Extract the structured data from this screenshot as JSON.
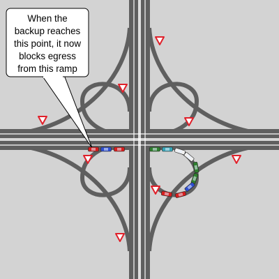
{
  "callout": {
    "lines": [
      "When the",
      "backup reaches",
      "this point, it now",
      "blocks egress",
      "from this ramp"
    ]
  },
  "colors": {
    "background": "#d3d3d3",
    "road": "#5f5f5f",
    "lane_line": "#ffffff",
    "yield_border": "#e0202a",
    "callout_fill": "#ffffff",
    "callout_border": "#000000",
    "car_red": "#d81e1e",
    "car_blue": "#2f4fd0",
    "car_green": "#2f7f2f",
    "car_white": "#f0f0f0",
    "car_teal": "#37a6b8"
  },
  "icons": {
    "yield": "yield-sign-icon",
    "car": "car-icon"
  },
  "queue_west": [
    "red",
    "blue",
    "red"
  ],
  "queue_east_loop": [
    "green",
    "teal",
    "white",
    "white",
    "green",
    "green",
    "blue",
    "red",
    "red"
  ]
}
